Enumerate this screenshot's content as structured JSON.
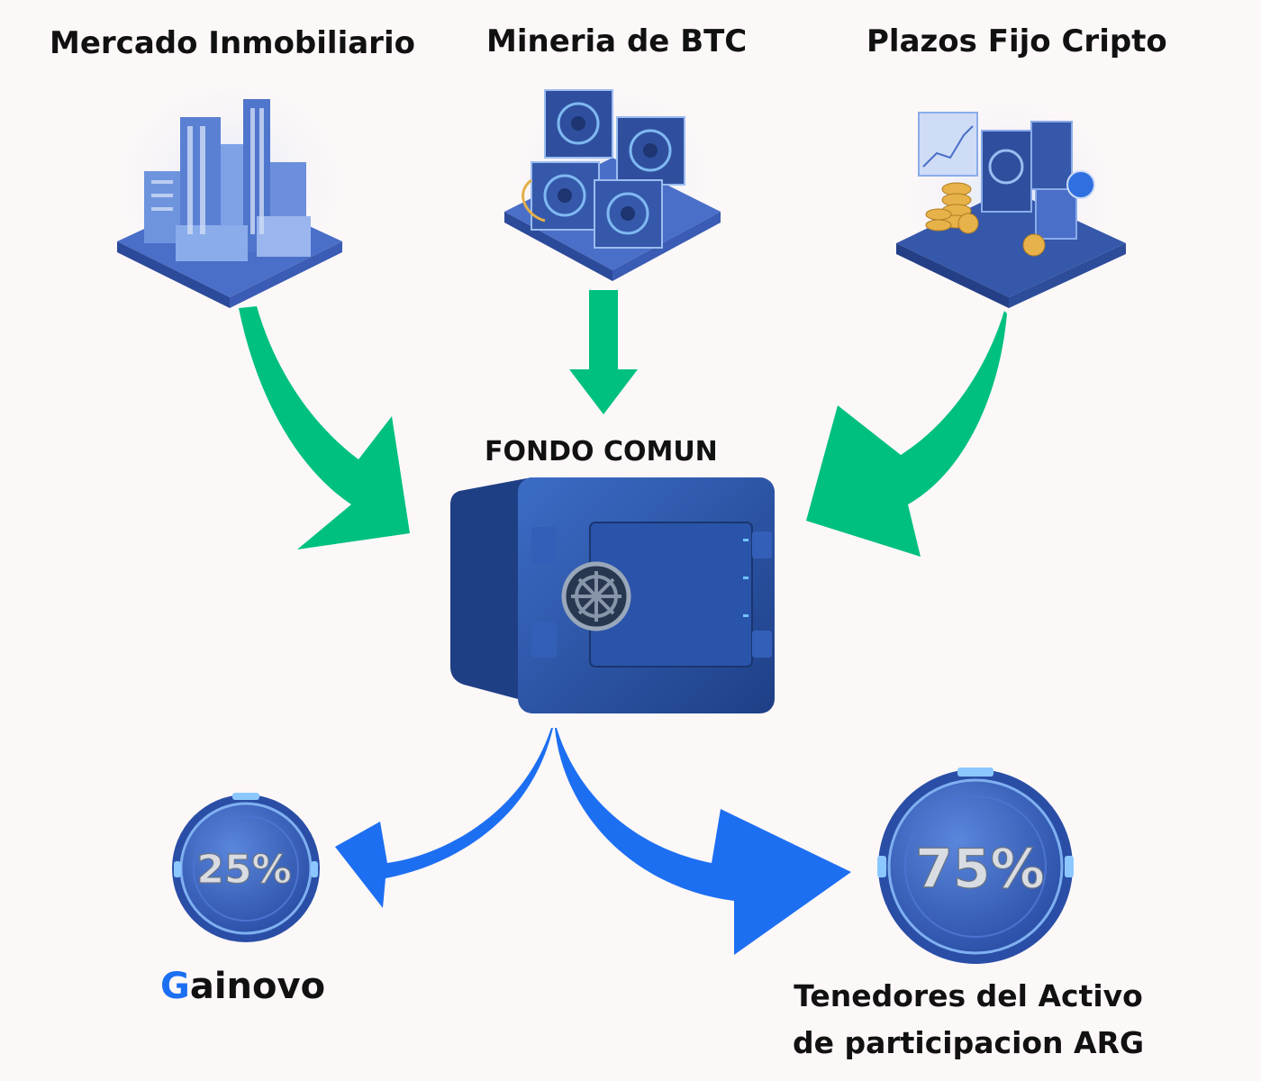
{
  "sources": {
    "left": {
      "title": "Mercado Inmobiliario",
      "icon": "city-buildings-icon"
    },
    "middle": {
      "title": "Mineria de BTC",
      "icon": "mining-rigs-icon"
    },
    "right": {
      "title": "Plazos Fijo Cripto",
      "icon": "crypto-deposit-icon"
    }
  },
  "fund": {
    "title": "FONDO COMUN",
    "icon": "safe-vault-icon"
  },
  "distribution": {
    "company": {
      "percent": "25%",
      "brand_initial": "G",
      "brand_rest": "ainovo"
    },
    "holders": {
      "percent": "75%",
      "line1": "Tenedores del Activo",
      "line2": "de participacion  ARG"
    }
  },
  "colors": {
    "inflow_arrow": "#00c07f",
    "outflow_arrow": "#1d6ff2",
    "badge": "#3a63c4",
    "safe": "#2c56a8"
  }
}
